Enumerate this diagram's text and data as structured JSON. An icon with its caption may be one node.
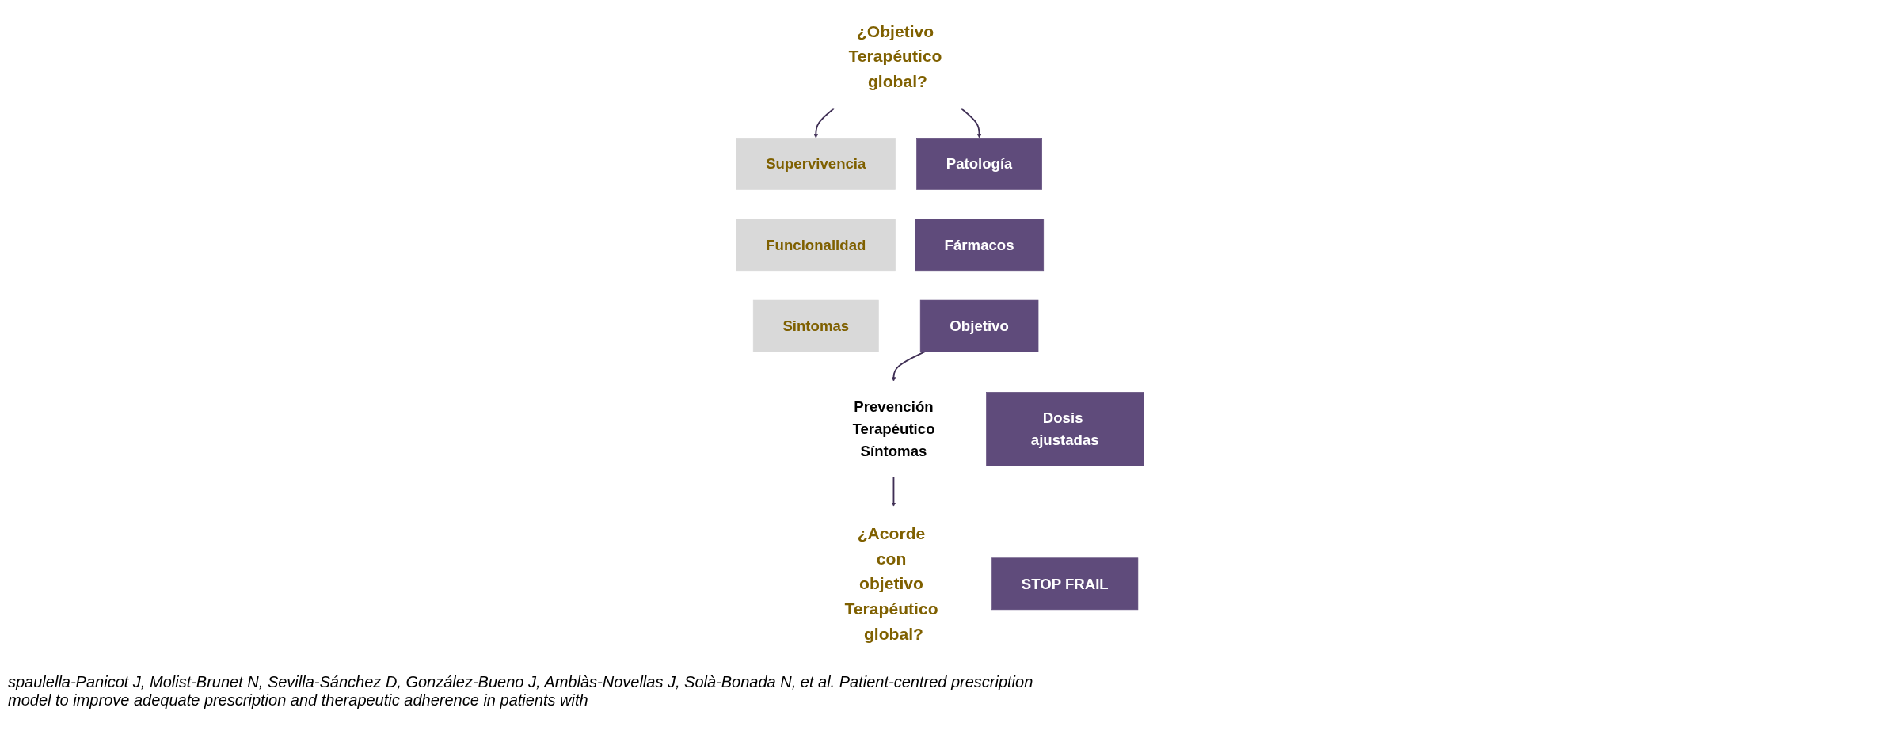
{
  "diagram": {
    "nodes": [
      {
        "text": [
          "¿Objetivo Terapéutico global?"
        ]
      },
      {
        "text": [
          "Supervivencia"
        ]
      },
      {
        "text": [
          "Funcionalidad"
        ]
      },
      {
        "text": [
          "Sintomas"
        ]
      },
      {
        "text": [
          "Patología"
        ]
      },
      {
        "text": [
          "Fármacos"
        ]
      },
      {
        "text": [
          "Objetivo"
        ]
      },
      {
        "text": [
          "Dosis ajustadas"
        ]
      },
      {
        "text": [
          "STOP FRAIL"
        ]
      },
      {
        "text": [
          "Prevención",
          "Terapéutico",
          "Síntomas"
        ]
      },
      {
        "text": [
          "¿Acorde con objetivo Terapéutico global?"
        ]
      }
    ],
    "edges": [
      {
        "from": 0,
        "to": 1,
        "arrow": "to"
      },
      {
        "from": 0,
        "to": 4,
        "arrow": "to"
      },
      {
        "from": 6,
        "to": 9,
        "arrow": "to"
      },
      {
        "from": 9,
        "to": 10,
        "arrow": "to"
      }
    ],
    "labels": [
      "spaulella-Panicot J, Molist-Brunet N, Sevilla-Sánchez D, González-Bueno J, Amblàs-Novellas J, Solà-Bonada N, et al. Patient-centred prescription model to improve adequate prescription and therapeutic adherence in patients with"
    ]
  }
}
